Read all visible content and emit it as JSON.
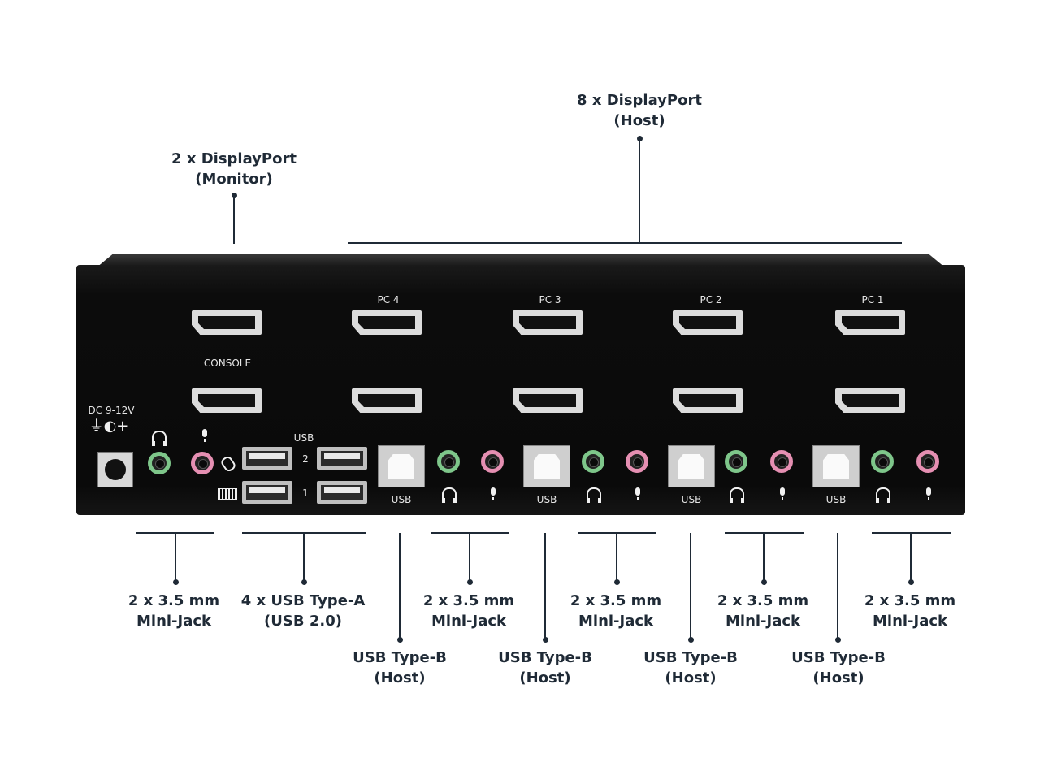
{
  "callouts": {
    "displayport_host": {
      "line1": "8 x DisplayPort",
      "line2": "(Host)"
    },
    "displayport_monitor": {
      "line1": "2 x DisplayPort",
      "line2": "(Monitor)"
    },
    "mini_jack_1": {
      "line1": "2 x 3.5 mm",
      "line2": "Mini-Jack"
    },
    "usb_type_a": {
      "line1": "4 x USB Type-A",
      "line2": "(USB 2.0)"
    },
    "mini_jack_2": {
      "line1": "2 x 3.5 mm",
      "line2": "Mini-Jack"
    },
    "mini_jack_3": {
      "line1": "2 x 3.5 mm",
      "line2": "Mini-Jack"
    },
    "mini_jack_4": {
      "line1": "2 x 3.5 mm",
      "line2": "Mini-Jack"
    },
    "mini_jack_5": {
      "line1": "2 x 3.5 mm",
      "line2": "Mini-Jack"
    },
    "usb_type_b_1": {
      "line1": "USB Type-B",
      "line2": "(Host)"
    },
    "usb_type_b_2": {
      "line1": "USB Type-B",
      "line2": "(Host)"
    },
    "usb_type_b_3": {
      "line1": "USB Type-B",
      "line2": "(Host)"
    },
    "usb_type_b_4": {
      "line1": "USB Type-B",
      "line2": "(Host)"
    }
  },
  "panel": {
    "pc4": "PC 4",
    "pc3": "PC 3",
    "pc2": "PC 2",
    "pc1": "PC 1",
    "console": "CONSOLE",
    "dc_power": "DC 9-12V",
    "usb_header": "USB",
    "usb_row_2": "2",
    "usb_row_1": "1",
    "usb_label_1": "USB",
    "usb_label_2": "USB",
    "usb_label_3": "USB",
    "usb_label_4": "USB"
  },
  "colors": {
    "callout_text": "#1f2a36",
    "device_body": "#0c0c0c",
    "audio_out_jack": "#7ec68a",
    "mic_in_jack": "#e58fb2"
  }
}
